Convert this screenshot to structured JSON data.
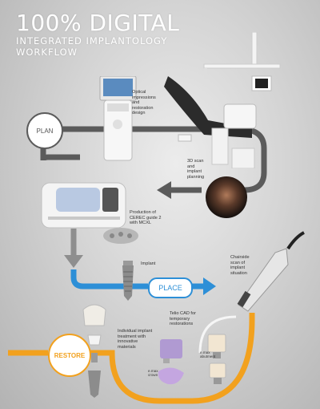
{
  "title": {
    "line1": "100% DIGITAL",
    "line2": "INTEGRATED IMPLANTOLOGY",
    "line3": "WORKFLOW"
  },
  "stages": {
    "plan": "PLAN",
    "place": "PLACE",
    "restore": "RESTORE"
  },
  "captions": {
    "optical": [
      "Optical",
      "impressions",
      "and",
      "restoration",
      "design"
    ],
    "scan3d": [
      "3D scan",
      "and",
      "implant",
      "planning"
    ],
    "production": [
      "Production of",
      "CEREC guide 2",
      "with MCXL"
    ],
    "implant": [
      "Implant"
    ],
    "chairside": [
      "Chairside",
      "scan of",
      "implant",
      "situation"
    ],
    "telio": [
      "Telio CAD for",
      "temporary",
      "restorations"
    ],
    "individual": [
      "Individual implant",
      "treatment with",
      "innovative",
      "materials"
    ],
    "emax_abutment": [
      "e.max",
      "abutment"
    ],
    "emax_crown": [
      "e.max",
      "crown"
    ]
  },
  "colors": {
    "plan_path": "#5b5b5b",
    "place_path": "#2d8fd7",
    "restore_path": "#f2a11e"
  }
}
